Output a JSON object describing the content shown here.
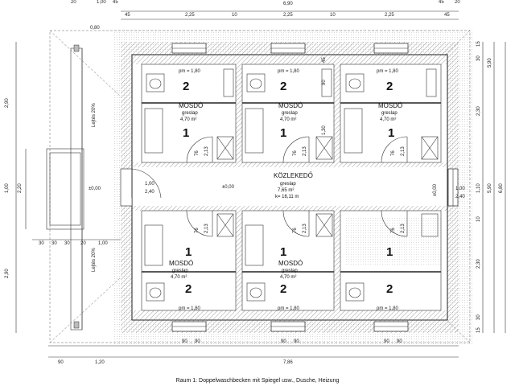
{
  "plan": {
    "top_dims": [
      "45",
      "2,25",
      "10",
      "2,25",
      "10",
      "2,25",
      "45"
    ],
    "top_total": "6,90",
    "top_left_small": "20",
    "top_small_a": "1,00",
    "top_small_b": "45",
    "top_right_small": "45",
    "top_right_small2": "20",
    "roof_dim": "0,80",
    "left_dims": [
      "2,90",
      "1,00",
      "2,20",
      "2,90"
    ],
    "left_lejtes": "Lejtés 20%",
    "bottom_left_dims": [
      "30",
      "30",
      "30",
      "20",
      "1,00"
    ],
    "bottom_dims": [
      "90",
      "1,20",
      "7,86"
    ],
    "bottom_window_dims": [
      "90",
      "90",
      "90",
      "90",
      "90",
      "90"
    ],
    "right_dims": [
      "15",
      "30",
      "5,90",
      "2,30",
      "1,10",
      "5,90",
      "6,80",
      "10",
      "2,30",
      "30",
      "15"
    ],
    "right_side": "2,40",
    "hall_name": "KÖZLEKEDŐ",
    "hall_floor": "greslap",
    "hall_area": "7,65 m²",
    "hall_k": "k= 16,11 m",
    "entry_dim_a": "1,00",
    "entry_dim_b": "2,40",
    "entry_level": "±0,00",
    "hall_level": "±0,00",
    "right_level": "±0,00",
    "right_door": "1,00",
    "pm_label": "pm = 1,80",
    "room_name": "MOSDÓ",
    "room_floor": "greslap",
    "room_area": "4,70 m²",
    "room_num_1": "1",
    "room_num_2": "2",
    "door_w": "76",
    "door_h": "2,13",
    "win_dims": [
      "90",
      "1,30"
    ],
    "top_window_dims": [
      "45",
      "90",
      "45"
    ]
  },
  "caption": "Raum 1: Doppelwaschbecken mit Spiegel usw., Dusche, Heizung"
}
